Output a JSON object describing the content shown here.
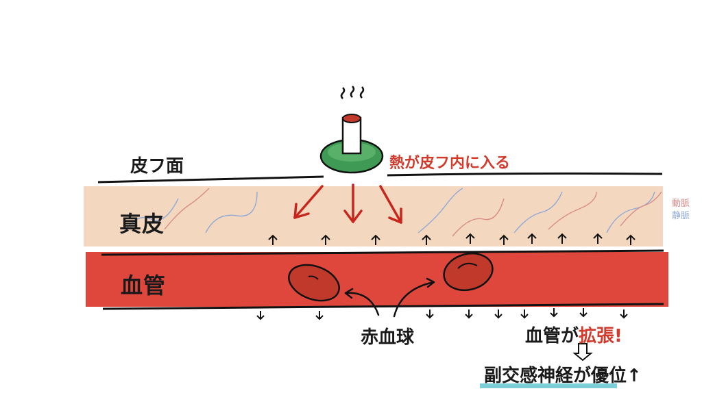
{
  "labels": {
    "skin_surface": "皮フ面",
    "dermis": "真皮",
    "blood_vessel": "血管",
    "heat_enters": "熱が皮フ内に入る",
    "artery": "動脈",
    "vein": "静脈",
    "red_blood_cells": "赤血球",
    "dilation_prefix": "血管が",
    "dilation_word": "拡張!",
    "parasympathetic": "副交感神経が優位↑"
  },
  "colors": {
    "dermis": "#f2d4b8",
    "vessel": "#e0473c",
    "arrow_red": "#c8261c",
    "cup_green": "#3f9a55",
    "highlight_cyan": "#7ccfd8",
    "artery": "#d98a8a",
    "vein": "#8fa8d8"
  },
  "icons": [
    "steam-icon",
    "heat-source-icon",
    "heat-arrow-icon",
    "up-arrow-icon",
    "down-arrow-icon",
    "cell-pointer-icon",
    "outline-arrow-icon"
  ]
}
